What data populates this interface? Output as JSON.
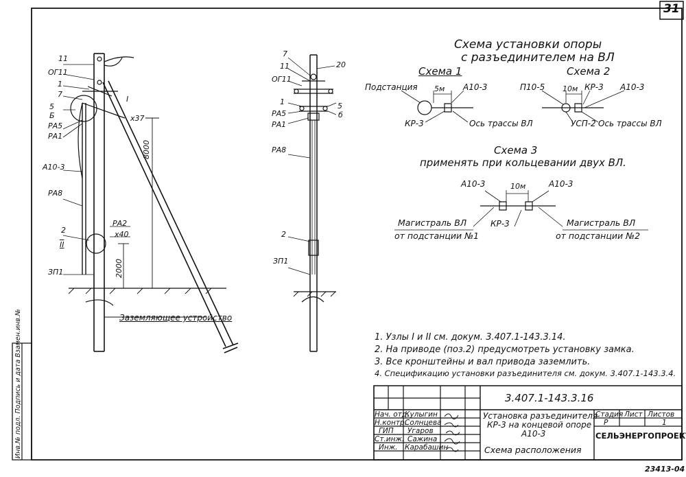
{
  "sheet_number": "31",
  "side_strip": "Инв.№ подл. Подпись и дата Взамен.инв.№",
  "left_figure": {
    "labels": [
      "11",
      "ОГ11",
      "1",
      "7",
      "5",
      "Б",
      "РА5",
      "РА1",
      "I",
      "x37",
      "8000",
      "А10-3",
      "РА8",
      "2",
      "II",
      "РА2",
      "x40",
      "ЗП1",
      "2000"
    ],
    "ground_label": "Заземляющее устройство"
  },
  "middle_figure": {
    "labels": [
      "7",
      "11",
      "ОГ11",
      "20",
      "1",
      "5",
      "РА5",
      "б",
      "РА1",
      "РА8",
      "2",
      "ЗП1"
    ]
  },
  "scheme_title_line1": "Схема установки опоры",
  "scheme_title_line2": "с разъединителем на ВЛ",
  "scheme1": {
    "title": "Схема 1",
    "podstantsiya": "Подстанция",
    "dist": "5м",
    "a10": "А10-3",
    "kr": "КР-3",
    "axis": "Ось трассы ВЛ"
  },
  "scheme2": {
    "title": "Схема 2",
    "p10": "П10-5",
    "dist": "10м",
    "kr": "КР-3",
    "a10": "А10-3",
    "usp": "УСП-2",
    "axis": "Ось трассы ВЛ"
  },
  "scheme3": {
    "title": "Схема 3",
    "subtitle": "применять при кольцевании двух ВЛ.",
    "a10_left": "А10-3",
    "dist": "10м",
    "a10_right": "А10-3",
    "line1_left": "Магистраль ВЛ",
    "line2_left": "от подстанции №1",
    "kr": "КР-3",
    "line1_right": "Магистраль ВЛ",
    "line2_right": "от подстанции №2"
  },
  "notes": [
    "1. Узлы  I  и  II  см. докум. 3.407.1-143.3.14.",
    "2. На приводе (поз.2) предусмотреть установку замка.",
    "3. Все кронштейны и вал привода заземлить.",
    "4. Спецификацию установки разъединителя см. докум. 3.407.1-143.3.4."
  ],
  "title_block": {
    "doc_code": "3.407.1-143.3.16",
    "roles": [
      "Нач. отд.",
      "Н.контр.",
      "ГИП",
      "Ст.инж.",
      "Инж."
    ],
    "names": [
      "Кулыгин",
      "Солнцева",
      "Угаров",
      "Сажина",
      "Карабашин"
    ],
    "drawing_title_1": "Установка разъединителя",
    "drawing_title_2": "КР-3 на концевой опоре",
    "drawing_title_3": "А10-3",
    "drawing_subtitle": "Схема расположения",
    "stage_header": "Стадия",
    "sheet_header": "Лист",
    "sheets_header": "Листов",
    "stage": "Р",
    "sheets": "1",
    "org": "СЕЛЬЭНЕРГОПРОЕКТ"
  },
  "footer_code": "23413-04"
}
